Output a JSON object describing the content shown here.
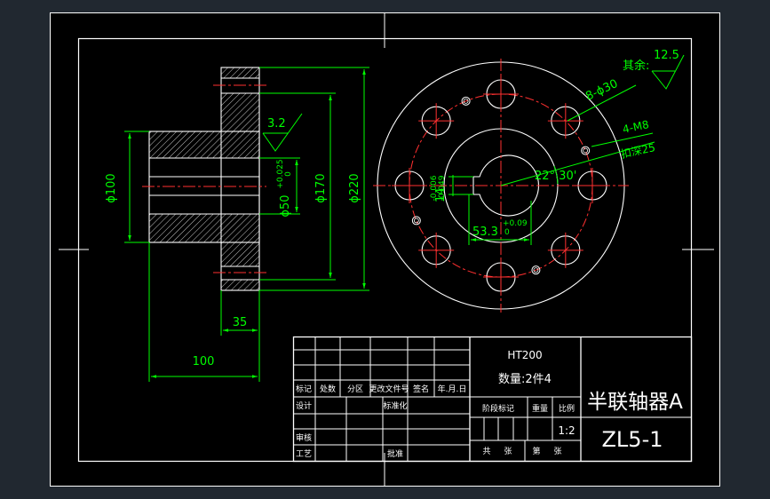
{
  "colors": {
    "background": "#212830",
    "sheet": "#000000",
    "line": "#ffffff",
    "dimension": "#00ff00",
    "centerline": "#ff0000",
    "hatch": "#d0d0d0"
  },
  "side_view": {
    "dim_d100": "ϕ100",
    "dim_d50": "ϕ50",
    "dim_d50_tol_upper": "+0.025",
    "dim_d50_tol_lower": "0",
    "dim_d170": "ϕ170",
    "dim_d220": "ϕ220",
    "dim_35": "35",
    "dim_100": "100",
    "roughness": "3.2"
  },
  "front_view": {
    "holes_label": "8-ϕ30",
    "tapped_label": "4-M8",
    "tapped_depth": "扣深25",
    "angle": "22° 30'",
    "key_width": "14",
    "key_tol_upper": "-0.006",
    "key_tol_lower": "-0.049",
    "key_depth": "53.3",
    "key_depth_tol_upper": "+0.09",
    "key_depth_tol_lower": "0",
    "rest_label": "其余:",
    "rest_roughness": "12.5"
  },
  "title_block": {
    "material": "HT200",
    "quantity": "数量:2件4",
    "part_name": "半联轴器A",
    "drawing_no": "ZL5-1",
    "scale": "1:2",
    "row_labels": {
      "biaoji": "标记",
      "chushu": "处数",
      "fenqu": "分区",
      "wenjian": "更改文件号",
      "qianming": "签名",
      "date": "年.月.日",
      "sheji": "设计",
      "biaozhunhua": "标准化",
      "shenhe": "审核",
      "gongyi": "工艺",
      "pizhun": "批准",
      "jieduan": "阶段标记",
      "zhongliang": "重量",
      "bili": "比例",
      "gong": "共",
      "zhang": "张",
      "di": "第",
      "zhang2": "张"
    }
  }
}
